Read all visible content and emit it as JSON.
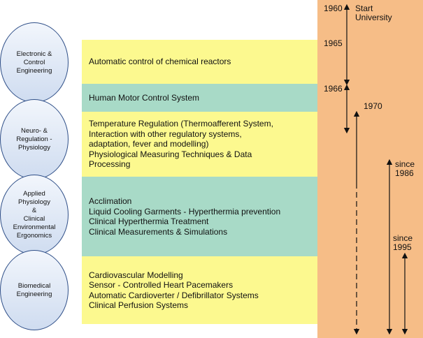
{
  "fields": [
    {
      "id": "electronic",
      "label": "Electronic &\nControl\nEngineering"
    },
    {
      "id": "neuro",
      "label": "Neuro- &\nRegulation -\nPhysiology"
    },
    {
      "id": "applied",
      "label": "Applied\nPhysiology\n&\nClinical\nEnvironmental\nErgonomics"
    },
    {
      "id": "biomedical",
      "label": "Biomedical\nEngineering"
    }
  ],
  "topics": [
    {
      "color": "yellow",
      "lines": [
        "Automatic control of chemical reactors"
      ]
    },
    {
      "color": "green",
      "lines": [
        "Human Motor Control System"
      ]
    },
    {
      "color": "yellow",
      "lines": [
        "Temperature Regulation (Thermoafferent System,",
        "Interaction with other regulatory systems,",
        "adaptation, fever and modelling)",
        "Physiological Measuring Techniques & Data",
        "Processing"
      ]
    },
    {
      "color": "green",
      "lines": [
        "Acclimation",
        "Liquid Cooling Garments - Hyperthermia prevention",
        "Clinical Hyperthermia Treatment",
        "Clinical Measurements & Simulations"
      ]
    },
    {
      "color": "yellow",
      "lines": [
        "Cardiovascular Modelling",
        "Sensor - Controlled Heart Pacemakers",
        "Automatic Cardioverter / Defibrillator Systems",
        "Clinical Perfusion Systems"
      ]
    }
  ],
  "timeline": {
    "labels": [
      {
        "id": "y1960",
        "text": "1960"
      },
      {
        "id": "start-university",
        "text": "Start\nUniversity"
      },
      {
        "id": "y1965",
        "text": "1965"
      },
      {
        "id": "y1966",
        "text": "1966"
      },
      {
        "id": "y1970",
        "text": "1970"
      },
      {
        "id": "since-1986",
        "text": "since\n1986"
      },
      {
        "id": "since-1995",
        "text": "since\n1995"
      }
    ]
  },
  "colors": {
    "yellow": "#fcf98f",
    "green": "#a8dac7",
    "timeline_bg": "#f6bd87",
    "ellipse_border": "#2f4f88"
  }
}
